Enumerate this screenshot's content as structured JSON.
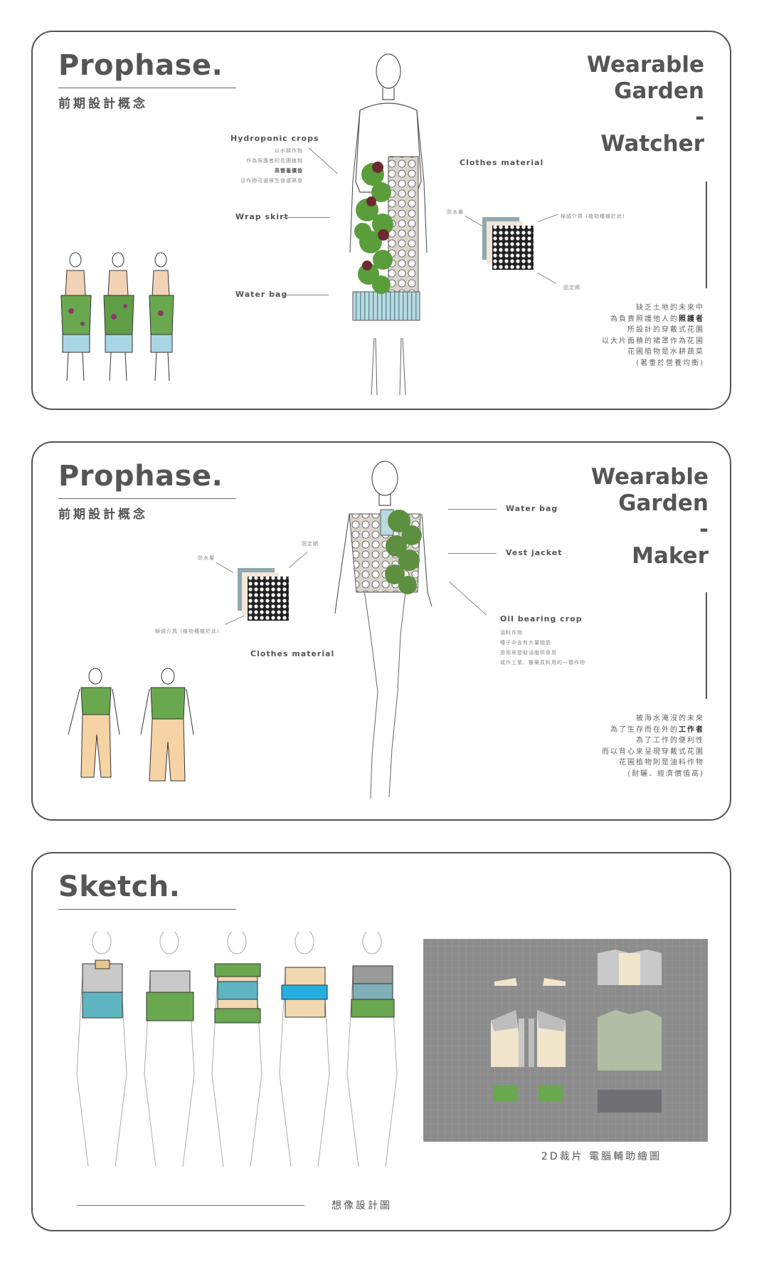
{
  "panel1": {
    "title": "Prophase.",
    "subtitle": "前期設計概念",
    "big_title": [
      "Wearable",
      "Garden",
      "-",
      "Watcher"
    ],
    "labels": {
      "hydroponic": "Hydroponic crops",
      "wrap_skirt": "Wrap skirt",
      "water_bag": "Water bag",
      "clothes_material": "Clothes material",
      "waterproof": "防水層",
      "medium": "棉絨介質 (植物種植於此)",
      "fixed_mesh": "固定網"
    },
    "hydro_notes": [
      "以水耕作物",
      "作為照護者的花圃植物",
      "高營養價值",
      "且作物可選擇生食或熟食"
    ],
    "description": [
      "缺乏土地的未來中",
      "為負責照護他人的照護者",
      "所設計的穿戴式花園",
      "以大片面積的裙罩作為花圃",
      "花圃植物是水耕蔬菜",
      "(著重於營養均衡)"
    ]
  },
  "panel2": {
    "title": "Prophase.",
    "subtitle": "前期設計概念",
    "big_title": [
      "Wearable",
      "Garden",
      "-",
      "Maker"
    ],
    "labels": {
      "water_bag": "Water bag",
      "vest_jacket": "Vest jacket",
      "oil_crop": "Oil bearing crop",
      "clothes_material": "Clothes material",
      "waterproof": "防水層",
      "fixed_mesh": "固定網",
      "medium": "棉絨介質 (植物種植於此)"
    },
    "oil_notes": [
      "油料作物",
      "種子中含有大量脂肪",
      "是用來提取油脂供食用",
      "或作工業、醫藥原料用的一類作物"
    ],
    "description": [
      "被海水淹沒的未來",
      "為了生存而在外的工作者",
      "為了工作的便利性",
      "而以背心來呈現穿戴式花園",
      "花圃植物則是油料作物",
      "(耐曬、經濟價值高)"
    ]
  },
  "panel3": {
    "title": "Sketch.",
    "caption_pattern": "2D裁片 電腦輔助繪圖",
    "caption_sketch": "想像設計圖"
  }
}
